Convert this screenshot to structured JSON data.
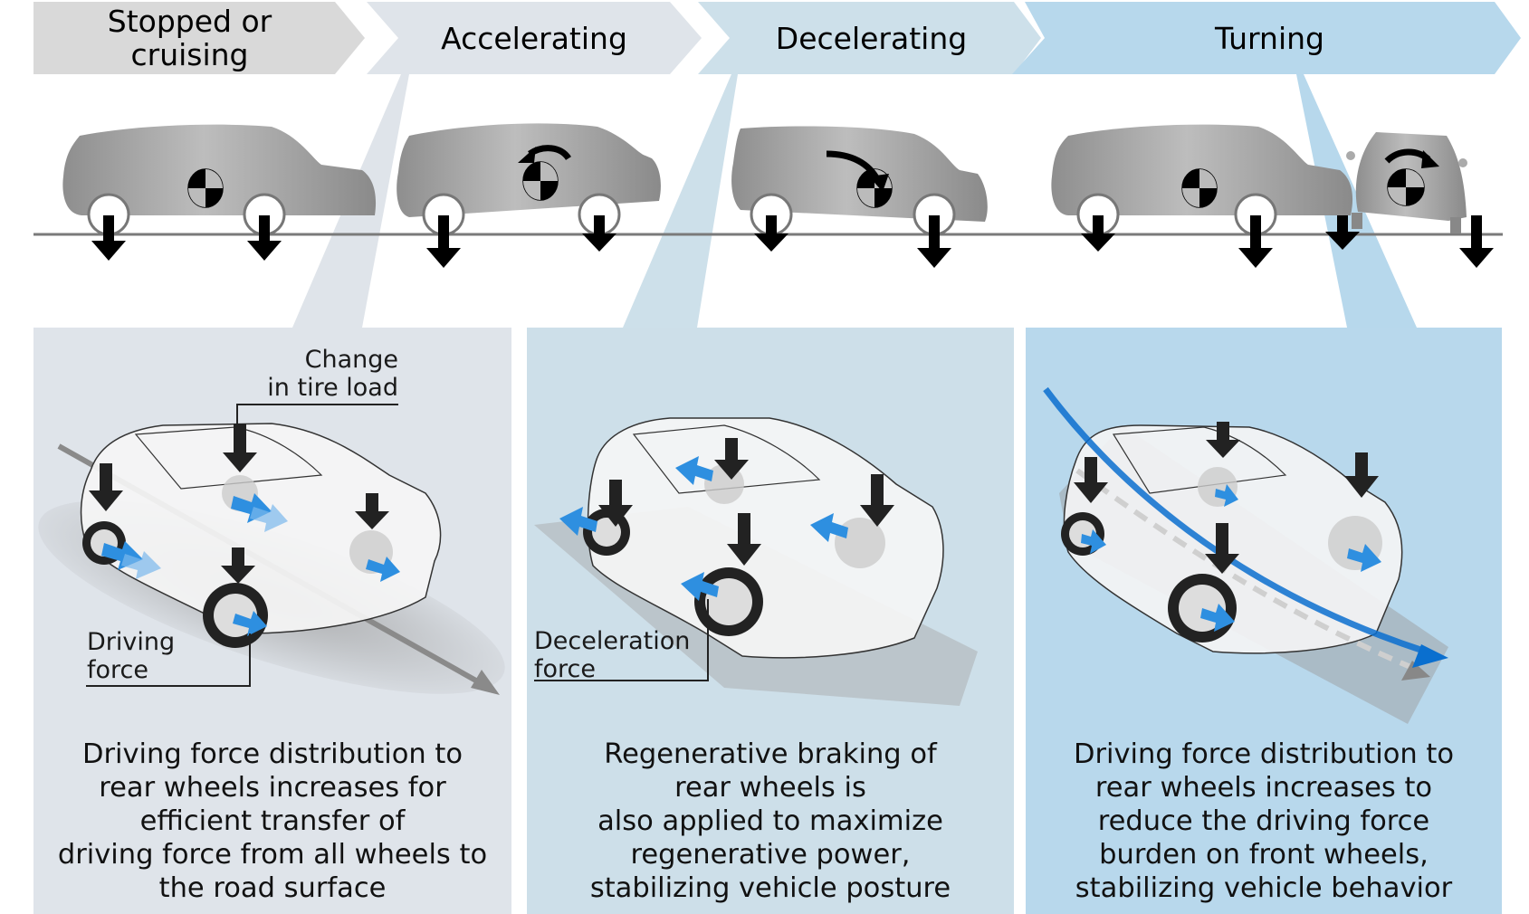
{
  "phases": [
    {
      "id": "stopped",
      "label": "Stopped or\ncruising",
      "color": "#d9d9d9",
      "body_pitch": "level"
    },
    {
      "id": "accelerating",
      "label": "Accelerating",
      "color": "#dfe4ea",
      "body_pitch": "rear-down"
    },
    {
      "id": "decelerating",
      "label": "Decelerating",
      "color": "#cde0ea",
      "body_pitch": "front-down"
    },
    {
      "id": "turning",
      "label": "Turning",
      "color": "#b7d8ec",
      "body_pitch": "roll"
    }
  ],
  "panels": [
    {
      "id": "accelerating-panel",
      "background": "#dfe4ea",
      "callouts": [
        "Change\nin tire load",
        "Driving\nforce"
      ],
      "description": "Driving force distribution to\nrear wheels increases for\nefficient transfer of\ndriving force from all wheels to\nthe road surface"
    },
    {
      "id": "decelerating-panel",
      "background": "#cddfe9",
      "callouts": [
        "Deceleration\nforce"
      ],
      "description": "Regenerative braking of\nrear wheels is\nalso applied to maximize\nregenerative power,\nstabilizing vehicle posture"
    },
    {
      "id": "turning-panel",
      "background": "#b8d8ec",
      "callouts": [],
      "description": "Driving force distribution to\nrear wheels increases to\nreduce the driving force\nburden on front wheels,\nstabilizing vehicle behavior"
    }
  ],
  "colors": {
    "force_arrow_blue": "#2e8fe0",
    "trajectory_blue": "#0a6fcf",
    "load_arrow": "#222222",
    "ground_line": "#7a7a7a",
    "car_body": "#a8a8a8"
  }
}
